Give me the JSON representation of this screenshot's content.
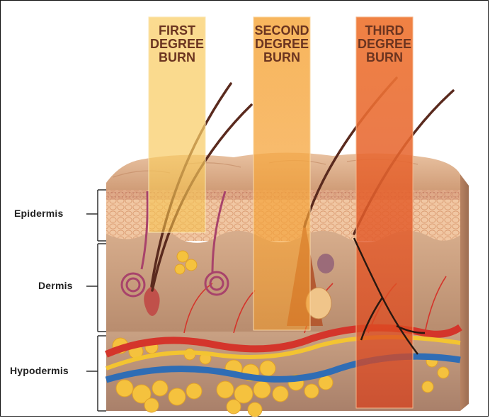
{
  "burns": [
    {
      "lines": [
        "FIRST",
        "DEGREE",
        "BURN"
      ],
      "color": "#f6c24b"
    },
    {
      "lines": [
        "SECOND",
        "DEGREE",
        "BURN"
      ],
      "color": "#f39a2a"
    },
    {
      "lines": [
        "THIRD",
        "DEGREE",
        "BURN"
      ],
      "color": "#e85a1f"
    }
  ],
  "layers": {
    "epidermis": "Epidermis",
    "dermis": "Dermis",
    "hypodermis": "Hypodermis"
  },
  "colors": {
    "skin_top": "#d8a57f",
    "epidermis": "#f0c19a",
    "dermis": "#c99a7a",
    "fat": "#f5c23e",
    "artery": "#d4352b",
    "vein": "#2f6db5",
    "nerve": "#f3c431",
    "gland": "#a8436b"
  }
}
